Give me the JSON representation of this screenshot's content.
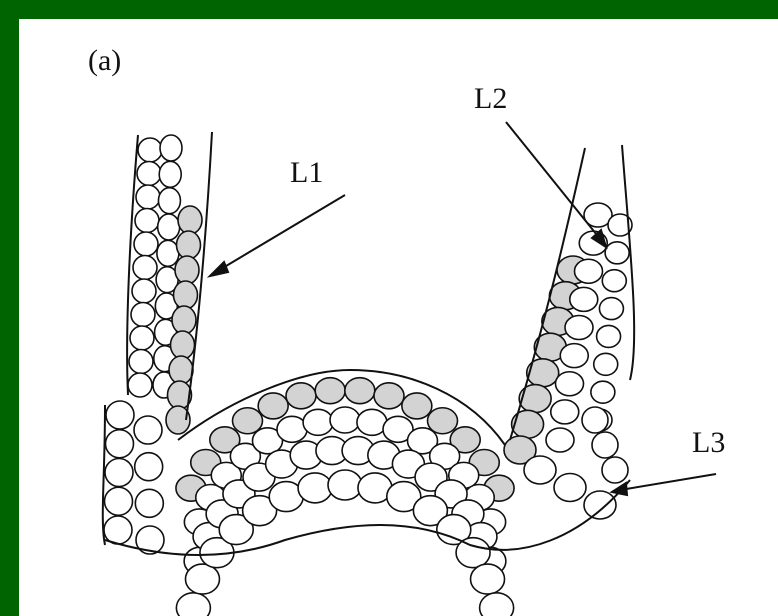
{
  "panel_label": "(a)",
  "labels": {
    "l1": "L1",
    "l2": "L2",
    "l3": "L3"
  },
  "colors": {
    "background": "#006400",
    "panel": "#ffffff",
    "shaded_cell": "#d3d3d3",
    "outline": "#111111"
  }
}
